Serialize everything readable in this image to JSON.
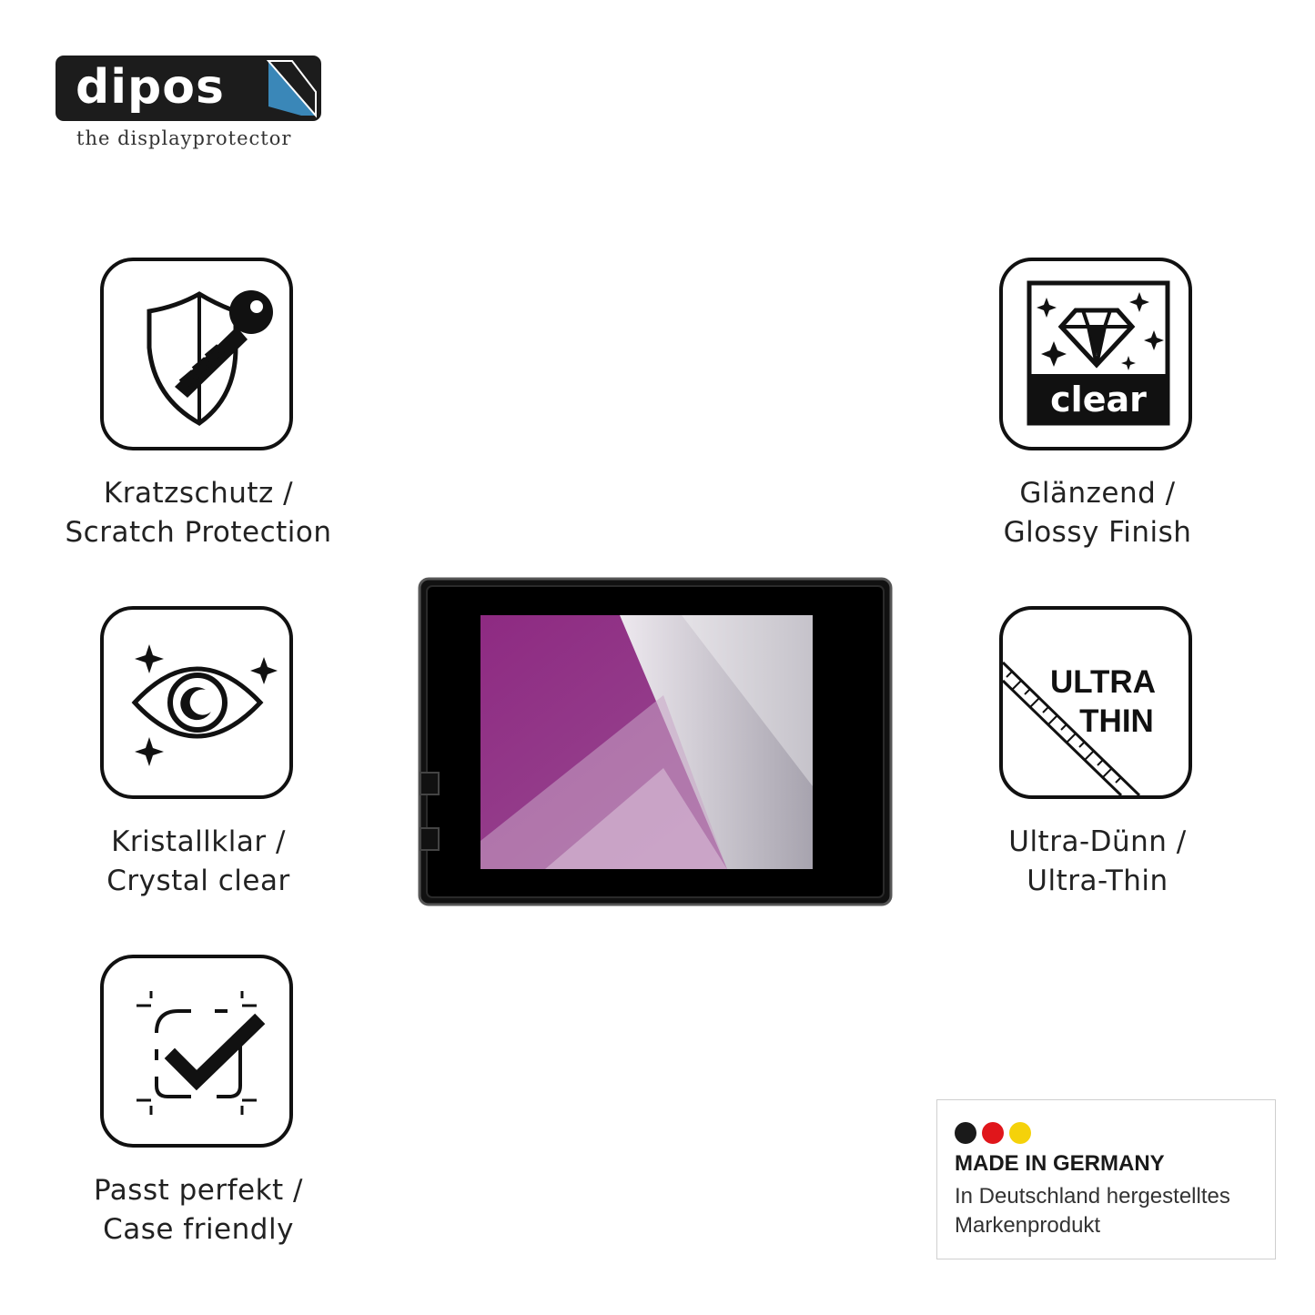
{
  "brand": {
    "wordmark": "dipos",
    "tagline": "the displayprotector"
  },
  "features": [
    {
      "line1": "Kratzschutz /",
      "line2": "Scratch Protection",
      "icon": "shield-key-icon"
    },
    {
      "line1": "Kristallklar /",
      "line2": "Crystal clear",
      "icon": "eye-sparkle-icon"
    },
    {
      "line1": "Passt perfekt /",
      "line2": "Case friendly",
      "icon": "checkmark-frame-icon"
    },
    {
      "line1": "Glänzend /",
      "line2": "Glossy Finish",
      "icon": "diamond-clear-icon",
      "badge": "clear"
    },
    {
      "line1": "Ultra-Dünn /",
      "line2": "Ultra-Thin",
      "icon": "ultra-thin-ruler-icon",
      "badge_line1": "ULTRA",
      "badge_line2": "THIN"
    }
  ],
  "made_in": {
    "title": "MADE IN GERMANY",
    "line1": "In Deutschland hergestelltes",
    "line2": "Markenprodukt",
    "flag_colors": [
      "#1a1a1a",
      "#e0161b",
      "#f5d20a"
    ]
  },
  "colors": {
    "screen_accent": "#8e2a82",
    "tile_border": "#111111"
  }
}
